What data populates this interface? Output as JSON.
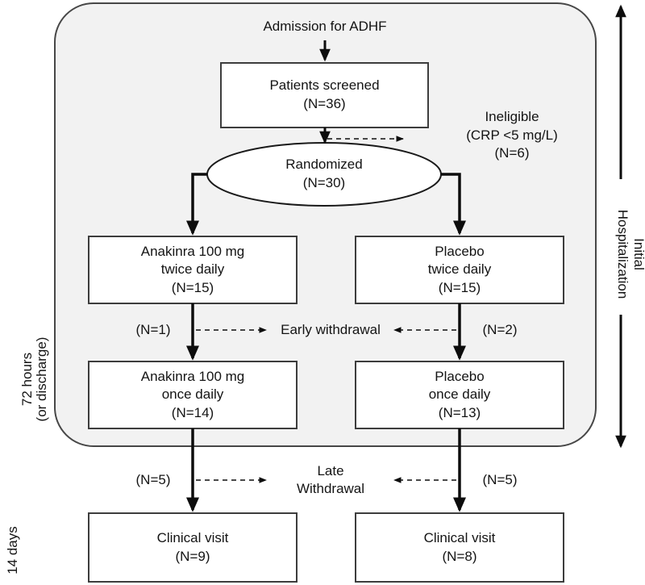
{
  "figure": {
    "type": "consort-flow-diagram",
    "title_text": "Admission for ADHF",
    "background": "#ffffff",
    "panel_fill": "#f2f2f2",
    "panel_stroke": "#404040",
    "box_fill": "#ffffff",
    "box_stroke": "#3d3d3d",
    "arrow_color": "#0d0d0d"
  },
  "header": {
    "admission": "Admission for ADHF"
  },
  "nodes": {
    "screened": {
      "line1": "Patients screened",
      "line2": "(N=36)"
    },
    "randomized": {
      "line1": "Randomized",
      "line2": "(N=30)"
    },
    "anakinra_twice": {
      "line1": "Anakinra 100 mg",
      "line2": "twice daily",
      "line3": "(N=15)"
    },
    "placebo_twice": {
      "line1": "Placebo",
      "line2": "twice daily",
      "line3": "(N=15)"
    },
    "anakinra_once": {
      "line1": "Anakinra 100 mg",
      "line2": "once daily",
      "line3": "(N=14)"
    },
    "placebo_once": {
      "line1": "Placebo",
      "line2": "once daily",
      "line3": "(N=13)"
    },
    "clinical_visit_left": {
      "line1": "Clinical visit",
      "line2": "(N=9)"
    },
    "clinical_visit_right": {
      "line1": "Clinical visit",
      "line2": "(N=8)"
    }
  },
  "annotations": {
    "ineligible_line1": "Ineligible",
    "ineligible_line2": "(CRP <5 mg/L)",
    "ineligible_line3": "(N=6)",
    "early_withdrawal_label": "Early withdrawal",
    "early_withdrawal_left_n": "(N=1)",
    "early_withdrawal_right_n": "(N=2)",
    "late_withdrawal_line1": "Late",
    "late_withdrawal_line2": "Withdrawal",
    "late_withdrawal_left_n": "(N=5)",
    "late_withdrawal_right_n": "(N=5)"
  },
  "timeline": {
    "left_72h_line1": "72 hours",
    "left_72h_line2": "(or discharge)",
    "left_14d": "14 days",
    "right_phase_line1": "Initial",
    "right_phase_line2": "Hospitalization"
  },
  "chart_data": {
    "type": "diagram",
    "title": "CONSORT flow diagram of patient enrollment, randomization and follow-up",
    "stages": [
      {
        "label": "Patients screened",
        "n": 36
      },
      {
        "label": "Ineligible (CRP <5 mg/L)",
        "n": 6
      },
      {
        "label": "Randomized",
        "n": 30
      },
      {
        "label": "Anakinra 100 mg twice daily",
        "n": 15
      },
      {
        "label": "Placebo twice daily",
        "n": 15
      },
      {
        "label": "Early withdrawal (Anakinra)",
        "n": 1
      },
      {
        "label": "Early withdrawal (Placebo)",
        "n": 2
      },
      {
        "label": "Anakinra 100 mg once daily",
        "n": 14
      },
      {
        "label": "Placebo once daily",
        "n": 13
      },
      {
        "label": "Late Withdrawal (Anakinra)",
        "n": 5
      },
      {
        "label": "Late Withdrawal (Placebo)",
        "n": 5
      },
      {
        "label": "Clinical visit (Anakinra)",
        "n": 9
      },
      {
        "label": "Clinical visit (Placebo)",
        "n": 8
      }
    ],
    "timeline_markers": [
      "72 hours (or discharge)",
      "14 days",
      "Initial Hospitalization"
    ]
  }
}
